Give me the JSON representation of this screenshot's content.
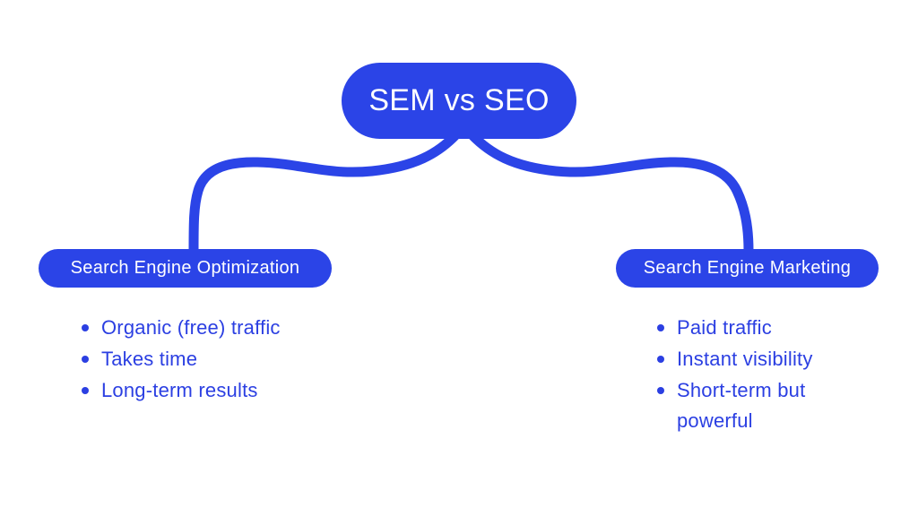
{
  "diagram": {
    "title": "SEM vs SEO",
    "branches": {
      "left": {
        "label": "Search Engine Optimization",
        "bullets": [
          "Organic (free) traffic",
          "Takes time",
          "Long-term results"
        ]
      },
      "right": {
        "label": "Search Engine Marketing",
        "bullets": [
          "Paid traffic",
          "Instant visibility",
          "Short-term but powerful"
        ]
      }
    },
    "colors": {
      "accent": "#2B44E7",
      "bullet_text": "#2B3FE2",
      "text_on_accent": "#FFFFFF",
      "background": "#FFFFFF"
    }
  }
}
